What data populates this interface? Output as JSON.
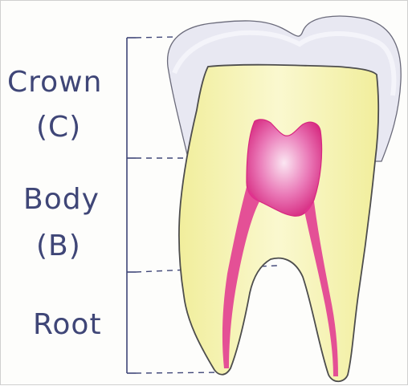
{
  "labels": {
    "crown": "Crown",
    "crown_abbr": "(C)",
    "body": "Body",
    "body_abbr": "(B)",
    "root": "Root"
  },
  "colors": {
    "ink": "#3f4677",
    "enamel": "#e9e8f3",
    "dentin": "#f6f3b3",
    "pulp": "#e0338f",
    "outline": "#5a5a5a"
  }
}
